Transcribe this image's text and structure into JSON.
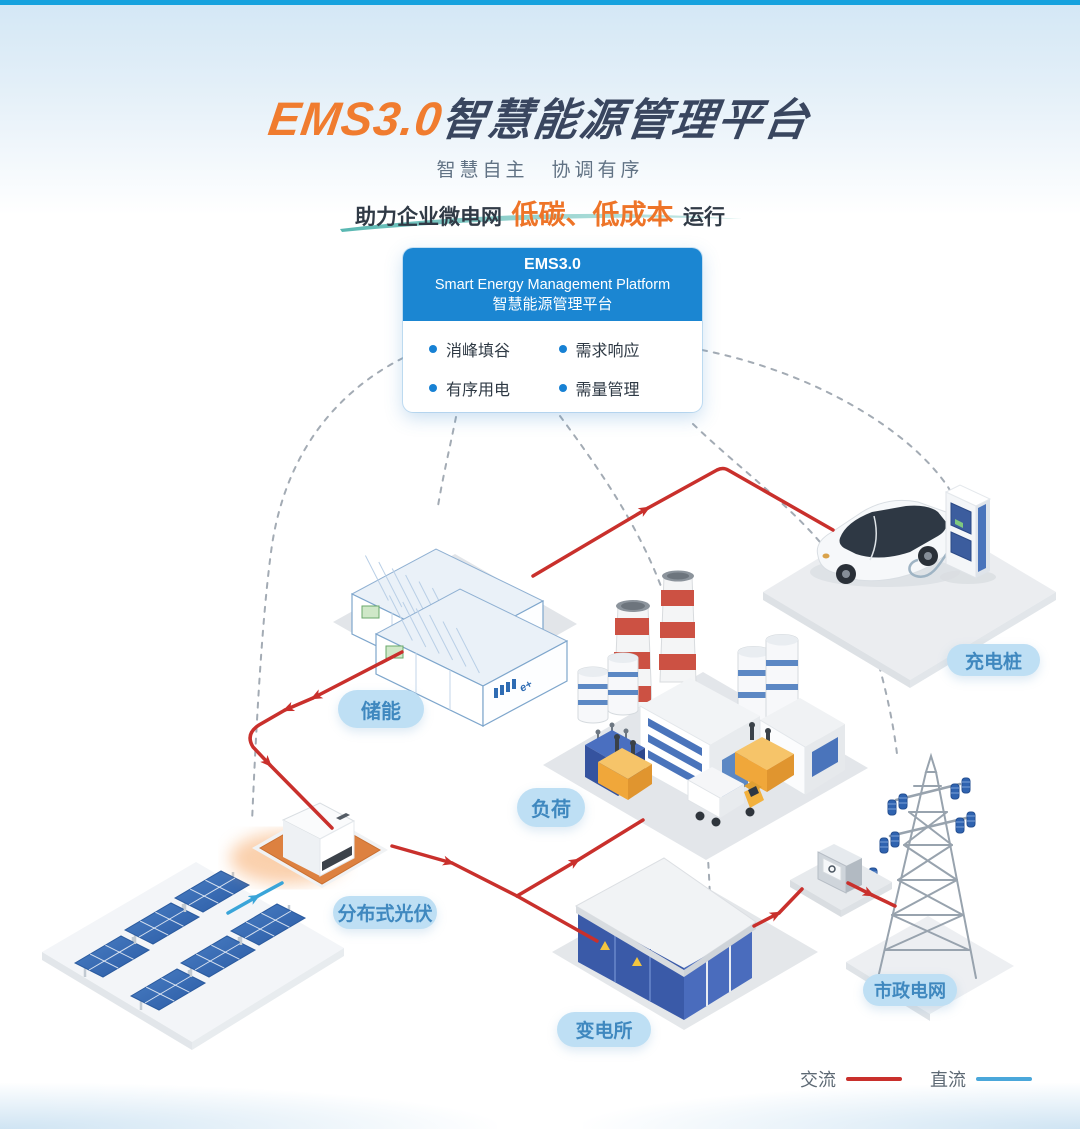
{
  "header": {
    "title_en": "EMS3.0",
    "title_zh": "智慧能源管理平台",
    "subtitle": "智慧自主　协调有序",
    "tagline_prefix": "助力企业微电网",
    "tagline_highlight": "低碳、低成本",
    "tagline_suffix": "运行"
  },
  "ems_card": {
    "line1": "EMS3.0",
    "line2": "Smart Energy Management Platform",
    "line3": "智慧能源管理平台",
    "features": [
      "消峰填谷",
      "需求响应",
      "有序用电",
      "需量管理"
    ]
  },
  "nodes": {
    "storage": {
      "label": "储能",
      "logo": "e+"
    },
    "load": {
      "label": "负荷"
    },
    "pv": {
      "label": "分布式光伏"
    },
    "substation": {
      "label": "变电所"
    },
    "charger": {
      "label": "充电桩"
    },
    "grid": {
      "label": "市政电网"
    }
  },
  "legend": {
    "ac": {
      "label": "交流",
      "color": "#c9302c"
    },
    "dc": {
      "label": "直流",
      "color": "#4aa7da"
    }
  },
  "colors": {
    "top_strip": "#16a2de",
    "card_header": "#1b86d2",
    "pill_bg": "#bedff4",
    "pill_text": "#3f88bf",
    "title_orange": "#f07c2f",
    "title_dark": "#39465f",
    "highlight_orange": "#ee7428",
    "swoosh_teal": "#56b8b2",
    "dashed_link": "#a3abb4"
  }
}
